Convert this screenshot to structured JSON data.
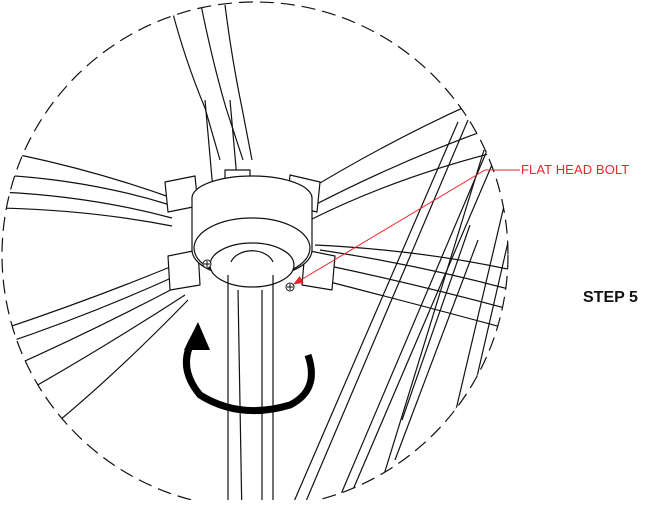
{
  "callout": {
    "label": "FLAT HEAD BOLT",
    "color": "#e8262b"
  },
  "step": {
    "label": "STEP 5"
  },
  "detail_view": {
    "style": "dashed circular detail view",
    "line_color": "#111111"
  },
  "icons": [
    "rotation-arrow-icon",
    "bolt-head-icon"
  ]
}
